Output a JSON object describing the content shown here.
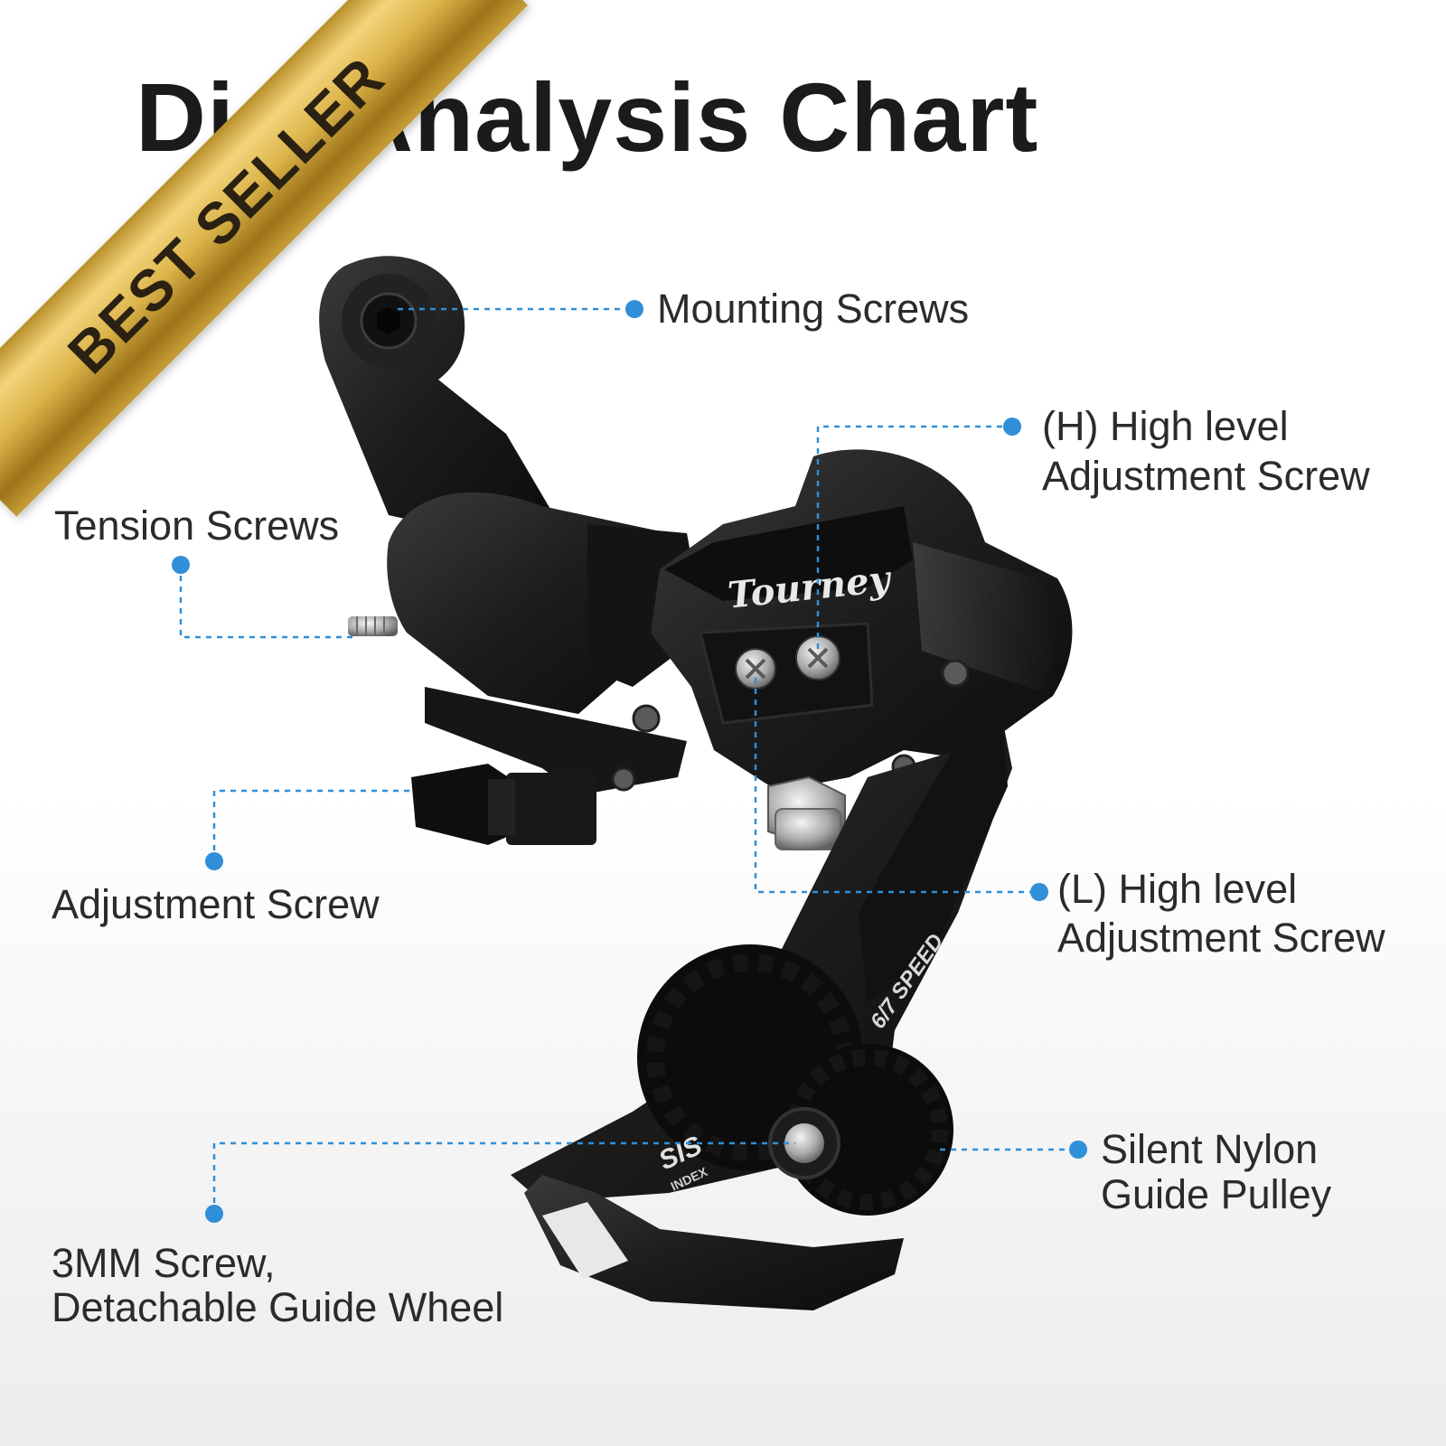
{
  "title": "Dial Analysis Chart",
  "badge": {
    "text": "BEST SELLER"
  },
  "colors": {
    "accent": "#2f8fd8",
    "title": "#1b1b1b",
    "text": "#2b2b2b",
    "gold": "#dcb44a",
    "body": "#1c1c1c"
  },
  "product": {
    "brand": "Tourney",
    "speed": "6/7 SPEED",
    "sis": "SIS",
    "index": "INDEX"
  },
  "labels": {
    "mounting": "Mounting Screws",
    "high_1": "(H) High level",
    "high_2": "Adjustment Screw",
    "tension": "Tension Screws",
    "adjust": "Adjustment Screw",
    "low_1": "(L) High level",
    "low_2": "Adjustment Screw",
    "pulley_1": "Silent Nylon",
    "pulley_2": "Guide Pulley",
    "screw_1": "3MM Screw,",
    "screw_2": "Detachable Guide Wheel"
  }
}
